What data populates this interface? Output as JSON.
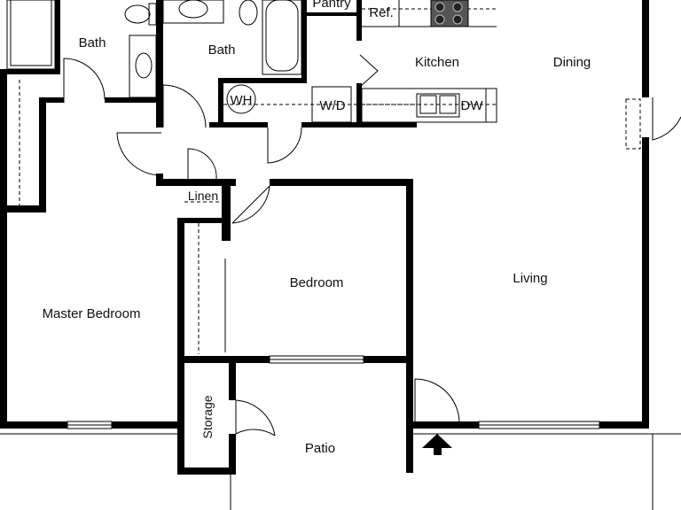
{
  "floor_plan": {
    "rooms": {
      "bath_left": "Bath",
      "bath_center": "Bath",
      "pantry": "Pantry",
      "kitchen": "Kitchen",
      "dining": "Dining",
      "linen": "Linen",
      "bedroom": "Bedroom",
      "living": "Living",
      "master_bedroom": "Master Bedroom",
      "storage": "Storage",
      "patio": "Patio"
    },
    "fixtures": {
      "refrigerator": "Ref.",
      "water_heater": "WH",
      "washer_dryer": "W/D",
      "dishwasher": "DW"
    },
    "colors": {
      "walls": "#000000",
      "background": "#ffffff"
    },
    "entry_marker": "entry-arrow-icon"
  }
}
